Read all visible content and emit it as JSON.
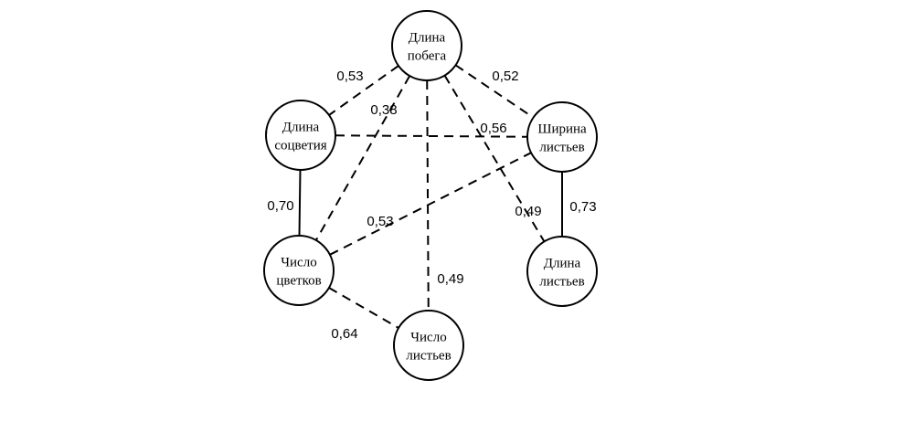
{
  "diagram": {
    "nodes": [
      {
        "id": "shoot_length",
        "lines": [
          "Длина",
          "побега"
        ]
      },
      {
        "id": "inflorescence_length",
        "lines": [
          "Длина",
          "соцветия"
        ]
      },
      {
        "id": "leaf_width",
        "lines": [
          "Ширина",
          "листьев"
        ]
      },
      {
        "id": "flower_count",
        "lines": [
          "Число",
          "цветков"
        ]
      },
      {
        "id": "leaf_length",
        "lines": [
          "Длина",
          "листьев"
        ]
      },
      {
        "id": "leaf_count",
        "lines": [
          "Число",
          "листьев"
        ]
      }
    ],
    "edges": [
      {
        "from": "shoot_length",
        "to": "inflorescence_length",
        "label": "0,53",
        "style": "dashed"
      },
      {
        "from": "shoot_length",
        "to": "leaf_width",
        "label": "0,52",
        "style": "dashed"
      },
      {
        "from": "shoot_length",
        "to": "flower_count",
        "label": "0,38",
        "style": "dashed"
      },
      {
        "from": "shoot_length",
        "to": "leaf_count",
        "label": "0,49",
        "style": "dashed"
      },
      {
        "from": "shoot_length",
        "to": "leaf_length",
        "label": "0,49",
        "style": "dashed"
      },
      {
        "from": "inflorescence_length",
        "to": "leaf_width",
        "label": "0,56",
        "style": "dashed"
      },
      {
        "from": "inflorescence_length",
        "to": "flower_count",
        "label": "0,70",
        "style": "solid"
      },
      {
        "from": "flower_count",
        "to": "leaf_width",
        "label": "0,53",
        "style": "dashed"
      },
      {
        "from": "flower_count",
        "to": "leaf_count",
        "label": "0,64",
        "style": "dashed"
      },
      {
        "from": "leaf_width",
        "to": "leaf_length",
        "label": "0,73",
        "style": "solid"
      }
    ]
  }
}
